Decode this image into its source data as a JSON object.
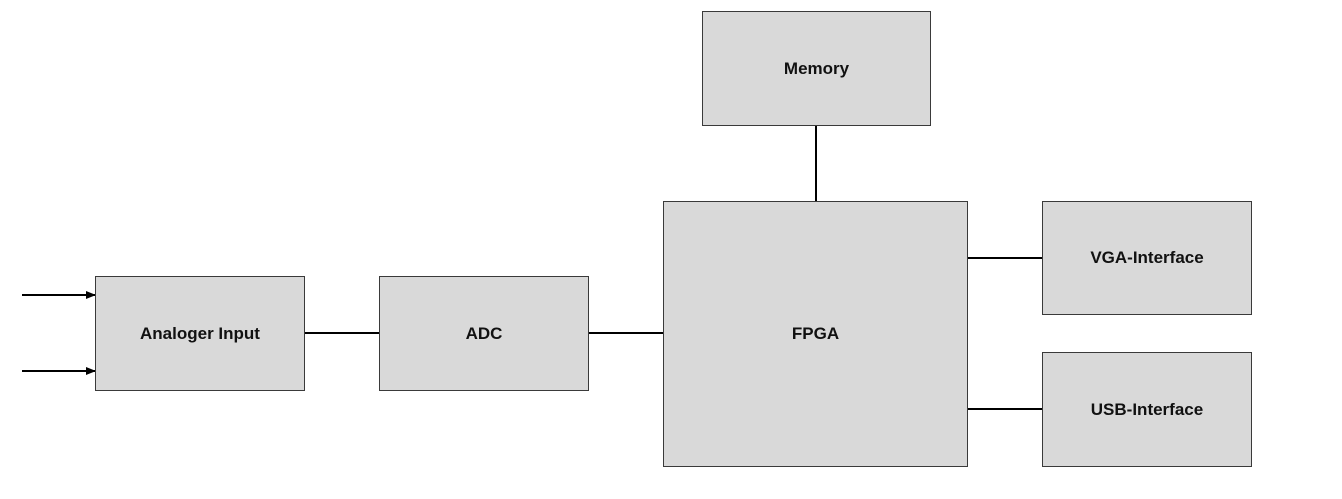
{
  "colors": {
    "block_fill": "#d9d9d9",
    "block_border": "#3a3a3a",
    "line": "#000000",
    "text": "#111111"
  },
  "blocks": {
    "memory": "Memory",
    "fpga": "FPGA",
    "vga": "VGA-Interface",
    "usb": "USB-Interface",
    "analog": "Analoger Input",
    "adc": "ADC"
  }
}
